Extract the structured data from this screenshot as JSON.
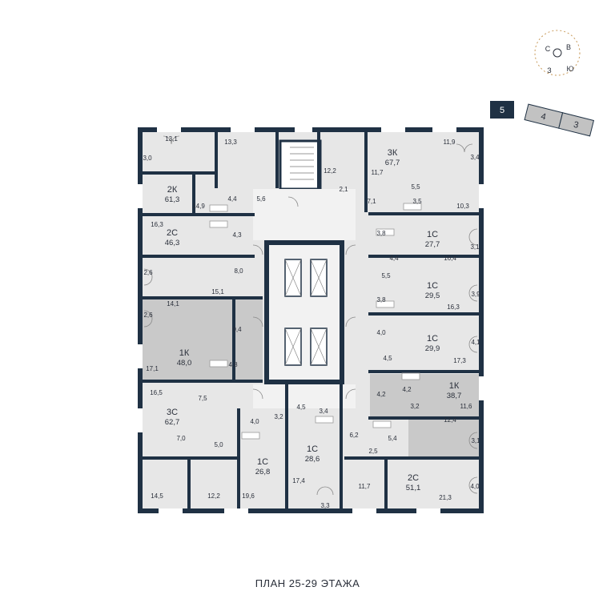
{
  "title": "ПЛАН 25-29 ЭТАЖА",
  "compass": {
    "north": "С",
    "east": "В",
    "south": "Ю",
    "west": "З"
  },
  "sections": {
    "current": "5",
    "others": [
      "4",
      "3"
    ]
  },
  "apartments": [
    {
      "code": "2К",
      "area": "61,3"
    },
    {
      "code": "2С",
      "area": "46,3"
    },
    {
      "code": "1К",
      "area": "48,0"
    },
    {
      "code": "3С",
      "area": "62,7"
    },
    {
      "code": "1С",
      "area": "26,8"
    },
    {
      "code": "1С",
      "area": "28,6"
    },
    {
      "code": "2С",
      "area": "51,1"
    },
    {
      "code": "1К",
      "area": "38,7"
    },
    {
      "code": "1С",
      "area": "29,9"
    },
    {
      "code": "1С",
      "area": "29,5"
    },
    {
      "code": "1С",
      "area": "27,7"
    },
    {
      "code": "3К",
      "area": "67,7"
    }
  ],
  "room_labels": [
    "13,1",
    "13,3",
    "3,0",
    "12,2",
    "11,9",
    "3,4",
    "11,7",
    "2,1",
    "5,5",
    "7,1",
    "3,5",
    "10,3",
    "14,9",
    "4,4",
    "5,6",
    "4,3",
    "16,3",
    "3,8",
    "3,1",
    "16,4",
    "4,4",
    "8,0",
    "2,6",
    "15,1",
    "5,5",
    "3,9",
    "16,3",
    "14,1",
    "3,8",
    "2,6",
    "9,4",
    "4,0",
    "4,1",
    "4,5",
    "17,3",
    "17,1",
    "4,8",
    "4,2",
    "4,2",
    "11,6",
    "16,5",
    "7,5",
    "3,2",
    "4,5",
    "3,4",
    "12,4",
    "4,0",
    "3,2",
    "5,4",
    "3,1",
    "7,0",
    "6,2",
    "5,0",
    "2,5",
    "17,4",
    "4,0",
    "14,5",
    "12,2",
    "19,6",
    "11,7",
    "21,3",
    "3,3"
  ]
}
